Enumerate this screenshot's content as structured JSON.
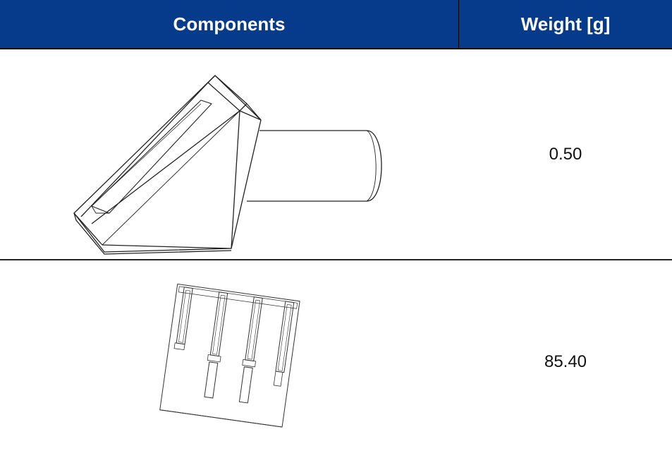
{
  "table": {
    "headers": {
      "components": "Components",
      "weight": "Weight [g]"
    },
    "header_color": "#063b8c",
    "rows": [
      {
        "component_icon": "prism-mount-icon",
        "weight": "0.50"
      },
      {
        "component_icon": "comb-bracket-icon",
        "weight": "85.40"
      }
    ]
  }
}
